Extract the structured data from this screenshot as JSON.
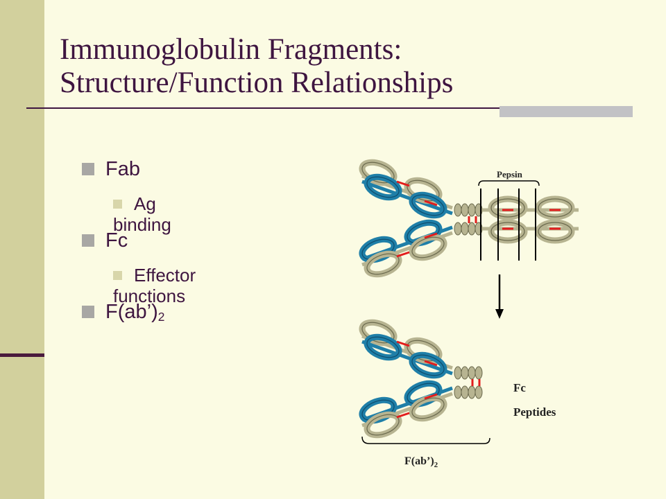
{
  "slide": {
    "title_line1": "Immunoglobulin Fragments:",
    "title_line2": "Structure/Function Relationships"
  },
  "bullets": [
    {
      "text": "Fab",
      "level": 1
    },
    {
      "text": "Ag binding",
      "level": 2
    },
    {
      "text": "Fc",
      "level": 1
    },
    {
      "text": "Effector functions",
      "level": 2
    },
    {
      "text": "F(ab’)",
      "sub": "2",
      "level": 1
    }
  ],
  "diagram": {
    "pepsin_label": "Pepsin",
    "fc_label": "Fc",
    "peptides_label": "Peptides",
    "fab2_label": "F(ab’)",
    "fab2_sub": "2"
  },
  "colors": {
    "background": "#fbfbe3",
    "sidebar": "#d2d09d",
    "title_text": "#3e1540",
    "domain_blue": "#1f7fa8",
    "domain_olive": "#b7b491",
    "disulfide_red": "#e21c1c"
  }
}
